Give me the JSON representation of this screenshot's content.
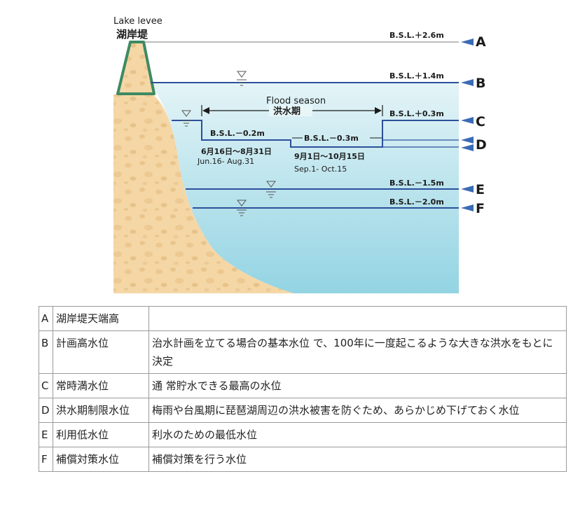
{
  "diagram": {
    "levee_label_en": "Lake levee",
    "levee_label_ja": "湖岸堤",
    "flood_season_en": "Flood season",
    "flood_season_ja": "洪水期",
    "levels": [
      {
        "letter": "A",
        "label": "B.S.L.＋2.6m",
        "bsl_m": 2.6
      },
      {
        "letter": "B",
        "label": "B.S.L.＋1.4m",
        "bsl_m": 1.4
      },
      {
        "letter": "C",
        "label": "B.S.L.＋0.3m",
        "bsl_m": 0.3
      },
      {
        "letter": "D",
        "label": "",
        "bsl_m": null
      },
      {
        "letter": "E",
        "label": "B.S.L.－1.5m",
        "bsl_m": -1.5
      },
      {
        "letter": "F",
        "label": "B.S.L.－2.0m",
        "bsl_m": -2.0
      }
    ],
    "periods": [
      {
        "level_label": "B.S.L.－0.2m",
        "bsl_m": -0.2,
        "dates_ja": "6月16日～8月31日",
        "dates_en": "Jun.16- Aug.31"
      },
      {
        "level_label": "B.S.L.－0.3m",
        "bsl_m": -0.3,
        "dates_ja": "9月1日～10月15日",
        "dates_en": "Sep.1- Oct.15"
      }
    ],
    "colors": {
      "water_top": "#e2f3f6",
      "water_bottom": "#93d4e3",
      "soil": "#f5d7a6",
      "levee_grass": "#3e8a62",
      "line_blue": "#2d4f9a",
      "arrow_blue": "#3a6bb4"
    }
  },
  "table": {
    "rows": [
      {
        "letter": "A",
        "name": "湖岸堤天端高",
        "desc": ""
      },
      {
        "letter": "B",
        "name": "計画高水位",
        "desc": "治水計画を立てる場合の基本水位 で、100年に一度起こるような大きな洪水をもとに決定"
      },
      {
        "letter": "C",
        "name": "常時満水位",
        "desc": "通 常貯水できる最高の水位"
      },
      {
        "letter": "D",
        "name": "洪水期制限水位",
        "desc": "梅雨や台風期に琵琶湖周辺の洪水被害を防ぐため、あらかじめ下げておく水位"
      },
      {
        "letter": "E",
        "name": "利用低水位",
        "desc": "利水のための最低水位"
      },
      {
        "letter": "F",
        "name": "補償対策水位",
        "desc": "補償対策を行う水位"
      }
    ]
  }
}
